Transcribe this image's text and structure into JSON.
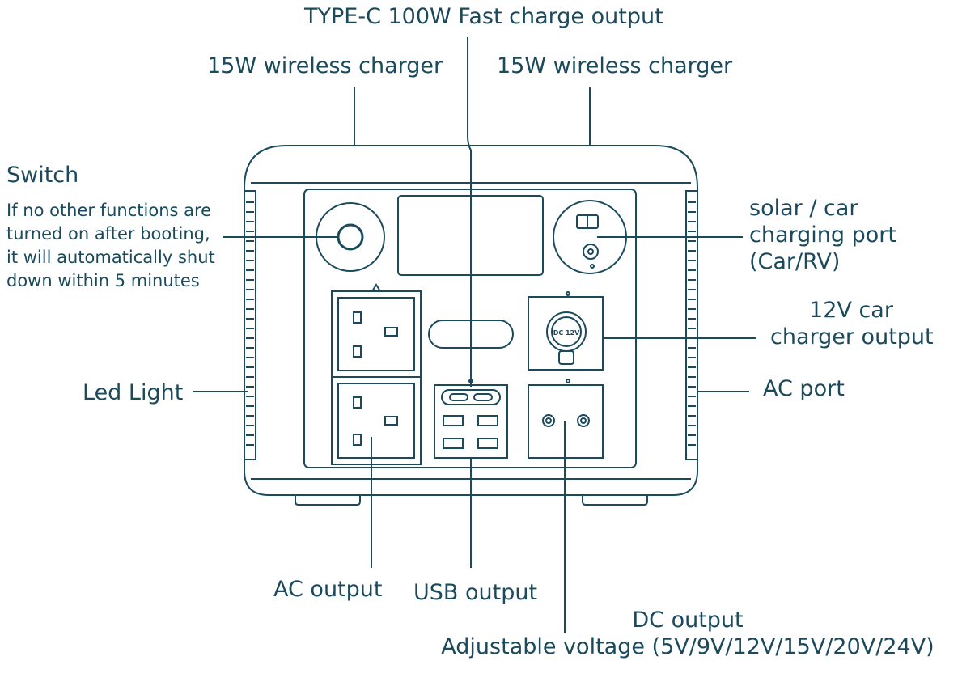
{
  "labels": {
    "typec": "TYPE-C 100W  Fast charge output",
    "wireless_left": "15W wireless charger",
    "wireless_right": "15W wireless charger",
    "switch_title": "Switch",
    "switch_desc": [
      "If no other functions are",
      "turned on after booting,",
      "it will automatically shut",
      "down within 5 minutes"
    ],
    "solar": [
      "solar / car",
      "charging port",
      "(Car/RV)"
    ],
    "car12v": [
      "12V car",
      "charger output"
    ],
    "led": "Led Light",
    "ac_port": "AC port",
    "ac_output": "AC output",
    "usb_output": "USB output",
    "dc_output": [
      "DC output",
      "Adjustable voltage (5V/9V/12V/15V/20V/24V)"
    ]
  },
  "device_text": {
    "dc_socket": "DC 12V"
  },
  "colors": {
    "line": "#1a4a5c",
    "background": "#ffffff"
  }
}
